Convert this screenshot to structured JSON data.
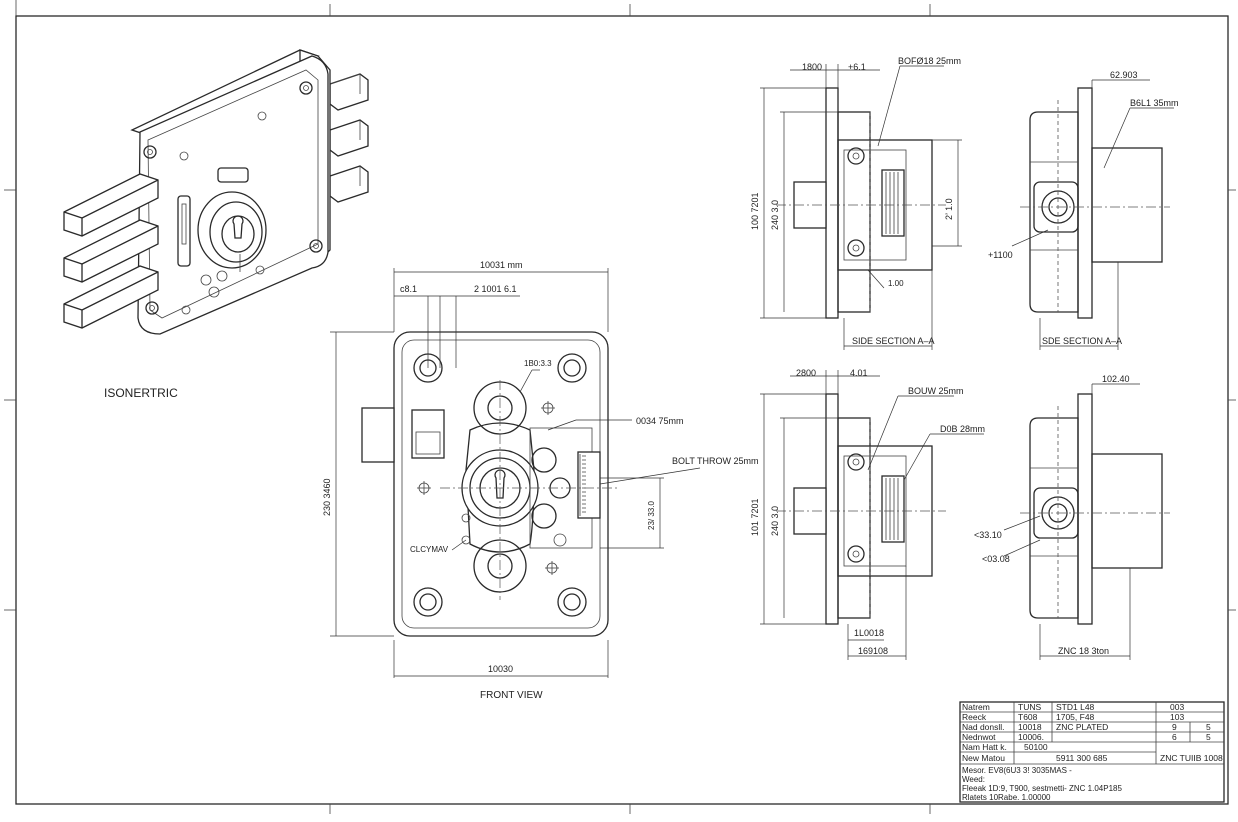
{
  "labels": {
    "isometric": "ISONERTRIC",
    "front_view": "FRONT VIEW",
    "front_width_top": "10031 mm",
    "front_offset_left": "c8.1",
    "front_offset_right": "2 1001 6.1",
    "front_height_left": "230 3460",
    "front_width_bottom": "10030",
    "callout_hole": "1B0:3.3",
    "callout_gear": "0034 75mm",
    "callout_bolt_throw": "BOLT THROW 25mm",
    "callout_cylinder": "CLCYMAV",
    "front_dim_right": "23/ 33.0",
    "s1_top_a": "1800",
    "s1_top_b": "+6.1",
    "s1_callout": "BOFØ18 25mm",
    "s1_height_a": "100 7201",
    "s1_height_b": "240 3.0",
    "s1_inner": "2’ 1.0",
    "s1_small": "1.00",
    "s1_title": "SIDE SECTION A–A",
    "s2_top": "62.903",
    "s2_callout": "B6L1 35mm",
    "s2_left": "+1100",
    "s2_title": "SDE SECTION A–A",
    "s3_top_a": "2800",
    "s3_top_b": "4.01",
    "s3_callout_a": "BOUW 25mm",
    "s3_callout_b": "D0B 28mm",
    "s3_height_a": "101 7201",
    "s3_height_b": "240 3.0",
    "s3_bottom_a": "1L0018",
    "s3_bottom_b": "169108",
    "s4_top": "102.40",
    "s4_left_a": "<33.10",
    "s4_left_b": "<03.08",
    "s4_bottom": "ZNC 18 3ton"
  },
  "title_block": {
    "rows": [
      {
        "label": "Natrem",
        "code": "TUNS",
        "value": "STD1 L48"
      },
      {
        "label": "Reeck",
        "code": "T608",
        "value": "1705, F48"
      },
      {
        "label": "Nad donsll.",
        "code": "10018",
        "value": "ZNC PLATED"
      },
      {
        "label": "Nednwot",
        "code": "10006.",
        "value": ""
      },
      {
        "label": "Nam Hatt k.",
        "code": "50100",
        "value": ""
      },
      {
        "label": "New Matou",
        "code": "",
        "value": "5911 300 685"
      }
    ],
    "right_top": [
      "003",
      "103"
    ],
    "right_grid": [
      [
        "9",
        "5"
      ],
      [
        "6",
        "5"
      ]
    ],
    "right_bottom": "ZNC TUIIB 1008",
    "notes": [
      "Mesor. EV8(6U3 3! 3035MAS -",
      "Weed:",
      "Fleeak 1D:9, T900, sestmetti-  ZNC 1.04P185",
      "Rlatets 10Rabe. 1.00000"
    ]
  }
}
